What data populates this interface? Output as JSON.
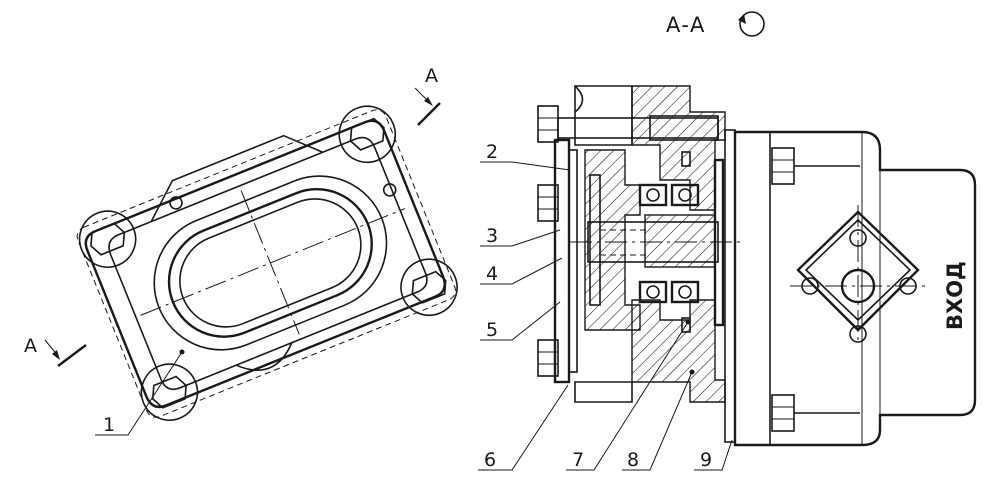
{
  "section_title": "А-А",
  "section_marks": {
    "top": "А",
    "left": "А"
  },
  "inlet_label": "ВХОД",
  "callouts": [
    "1",
    "2",
    "3",
    "4",
    "5",
    "6",
    "7",
    "8",
    "9"
  ]
}
